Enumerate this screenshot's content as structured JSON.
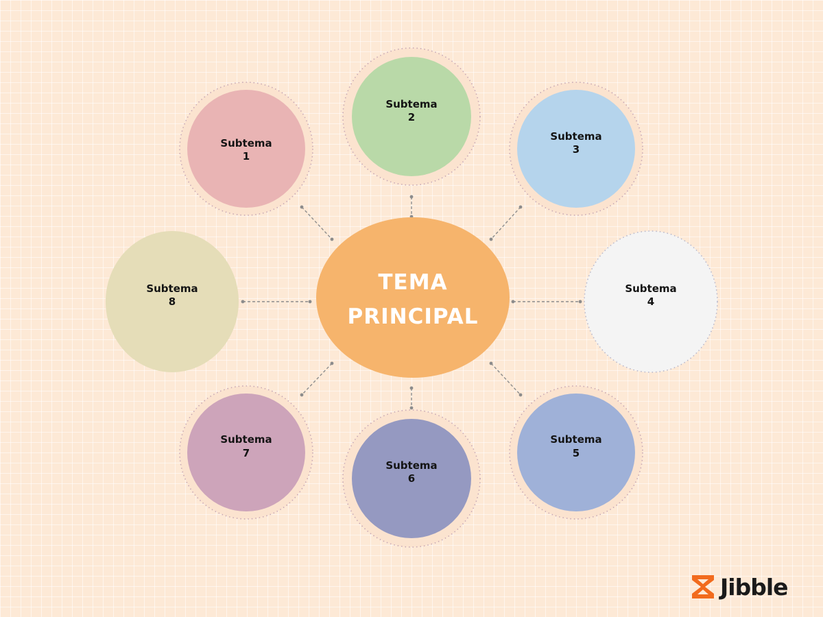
{
  "center": {
    "line1": "TEMA",
    "line2": "PRINCIPAL",
    "color": "#f6b46c"
  },
  "subtopics": [
    {
      "id": 1,
      "word": "Subtema",
      "num": "1",
      "color": "#e9b4b4"
    },
    {
      "id": 2,
      "word": "Subtema",
      "num": "2",
      "color": "#b9d9a8"
    },
    {
      "id": 3,
      "word": "Subtema",
      "num": "3",
      "color": "#b5d4ec"
    },
    {
      "id": 4,
      "word": "Subtema",
      "num": "4",
      "color": "#f4f4f4"
    },
    {
      "id": 5,
      "word": "Subtema",
      "num": "5",
      "color": "#9fb1d8"
    },
    {
      "id": 6,
      "word": "Subtema",
      "num": "6",
      "color": "#9599c1"
    },
    {
      "id": 7,
      "word": "Subtema",
      "num": "7",
      "color": "#cda4ba"
    },
    {
      "id": 8,
      "word": "Subtema",
      "num": "8",
      "color": "#e5ddb8"
    }
  ],
  "connector_color": "#8c8c8c",
  "ring_color": "#c8a8b4",
  "brand": {
    "name": "Jibble",
    "icon": "jibble-hourglass-icon",
    "color": "#f26b1d"
  }
}
